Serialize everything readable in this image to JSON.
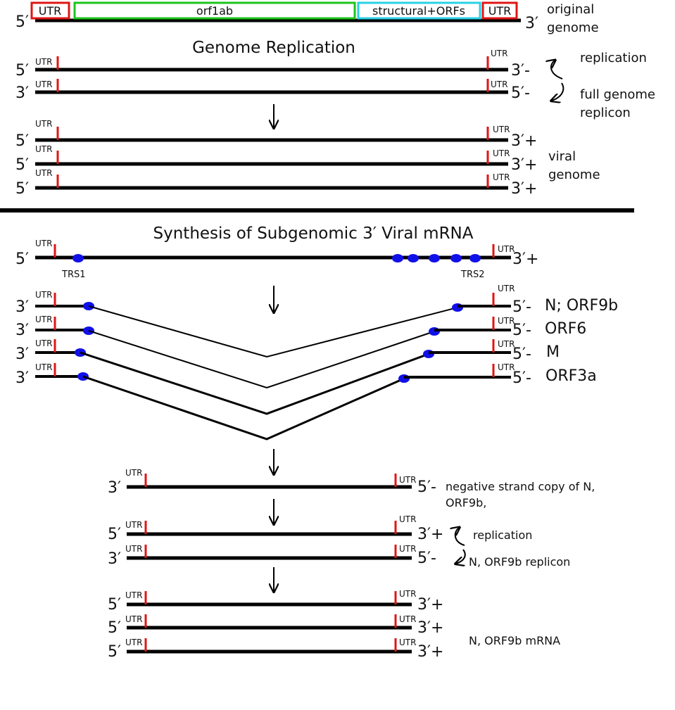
{
  "genome": {
    "utr_left": "UTR",
    "orf1ab": "orf1ab",
    "structural": "structural+ORFs",
    "utr_right": "UTR",
    "five_prime": "5′",
    "three_prime": "3′",
    "label_line1": "original",
    "label_line2": "genome",
    "colors": {
      "utr": "#e01515",
      "orf1ab": "#1dc41d",
      "structural": "#2ad0e6"
    }
  },
  "replication": {
    "title": "Genome Replication",
    "utr": "UTR",
    "strand1": {
      "left": "5′",
      "right": "3′-"
    },
    "strand2": {
      "left": "3′",
      "right": "5′-"
    },
    "side_top": "replication",
    "side_bottom_line1": "full genome",
    "side_bottom_line2": "replicon",
    "products": [
      {
        "left": "5′",
        "right": "3′+"
      },
      {
        "left": "5′",
        "right": "3′+"
      },
      {
        "left": "5′",
        "right": "3′+"
      }
    ],
    "products_label_line1": "viral",
    "products_label_line2": "genome"
  },
  "synthesis": {
    "title": "Synthesis of Subgenomic 3′ Viral mRNA",
    "template": {
      "left": "5′",
      "right": "3′+",
      "utr": "UTR",
      "trs1": "TRS1",
      "trs2": "TRS2"
    },
    "negatives": [
      {
        "left": "3′",
        "right": "5′-",
        "label": "N; ORF9b"
      },
      {
        "left": "3′",
        "right": "5′-",
        "label": "ORF6"
      },
      {
        "left": "3′",
        "right": "5′-",
        "label": "M"
      },
      {
        "left": "3′",
        "right": "5′-",
        "label": "ORF3a"
      }
    ],
    "neg_copy": {
      "left": "3′",
      "right": "5′-",
      "label_line1": "negative strand copy of N,",
      "label_line2": "ORF9b,"
    },
    "replicon": {
      "top": {
        "left": "5′",
        "right": "3′+"
      },
      "bottom": {
        "left": "3′",
        "right": "5′-"
      },
      "side_top": "replication",
      "side_bottom": "N, ORF9b replicon"
    },
    "mrna": [
      {
        "left": "5′",
        "right": "3′+"
      },
      {
        "left": "5′",
        "right": "3′+"
      },
      {
        "left": "5′",
        "right": "3′+"
      }
    ],
    "mrna_label": "N, ORF9b mRNA",
    "trs_color": "#1010e8"
  },
  "divider_color": "#000000"
}
